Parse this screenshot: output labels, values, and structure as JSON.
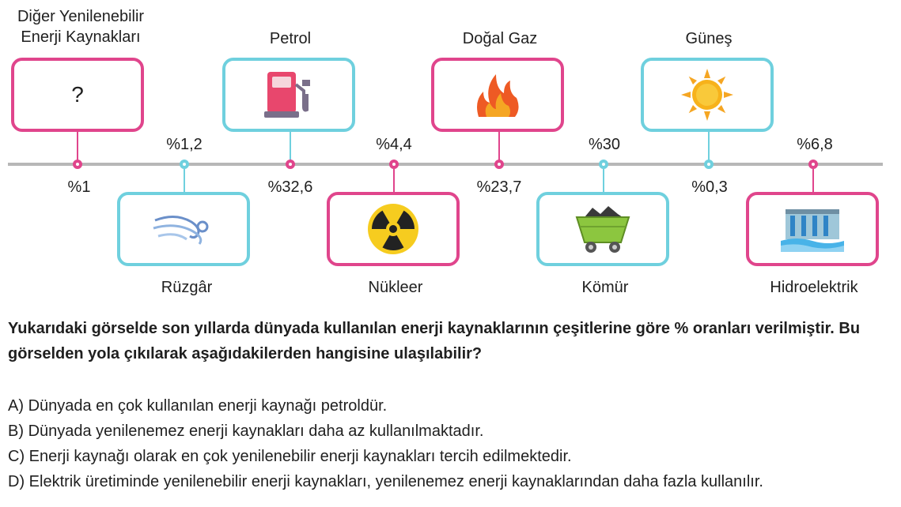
{
  "colors": {
    "pink": "#e0458c",
    "blue": "#6fd0de",
    "line": "#b7b7b7"
  },
  "sources": [
    {
      "name_line1": "Diğer Yenilenebilir",
      "name_line2": "Enerji Kaynakları",
      "percent": "%1",
      "icon": "question-mark",
      "icon_text": "?"
    },
    {
      "name": "Rüzgâr",
      "percent": "%1,2",
      "icon": "wind-icon"
    },
    {
      "name": "Petrol",
      "percent": "%32,6",
      "icon": "fuel-pump-icon"
    },
    {
      "name": "Nükleer",
      "percent": "%4,4",
      "icon": "radiation-icon"
    },
    {
      "name": "Doğal Gaz",
      "percent": "%23,7",
      "icon": "flame-icon"
    },
    {
      "name": "Kömür",
      "percent": "%30",
      "icon": "coal-cart-icon"
    },
    {
      "name": "Güneş",
      "percent": "%0,3",
      "icon": "sun-icon"
    },
    {
      "name": "Hidroelektrik",
      "percent": "%6,8",
      "icon": "dam-icon"
    }
  ],
  "question": "Yukarıdaki görselde son yıllarda dünyada kullanılan enerji kaynaklarının çeşitlerine göre % oranları verilmiştir. Bu görselden yola çıkılarak aşağıdakilerden hangisine ulaşılabilir?",
  "options": [
    {
      "letter": "A)",
      "text": "Dünyada en çok kullanılan enerji kaynağı petroldür."
    },
    {
      "letter": "B)",
      "text": "Dünyada yenilenemez enerji kaynakları daha az kullanılmaktadır."
    },
    {
      "letter": "C)",
      "text": "Enerji kaynağı olarak en çok yenilenebilir enerji kaynakları tercih edilmektedir."
    },
    {
      "letter": "D)",
      "text": "Elektrik üretiminde yenilenebilir enerji kaynakları, yenilenemez enerji kaynaklarından daha fazla kullanılır."
    }
  ]
}
